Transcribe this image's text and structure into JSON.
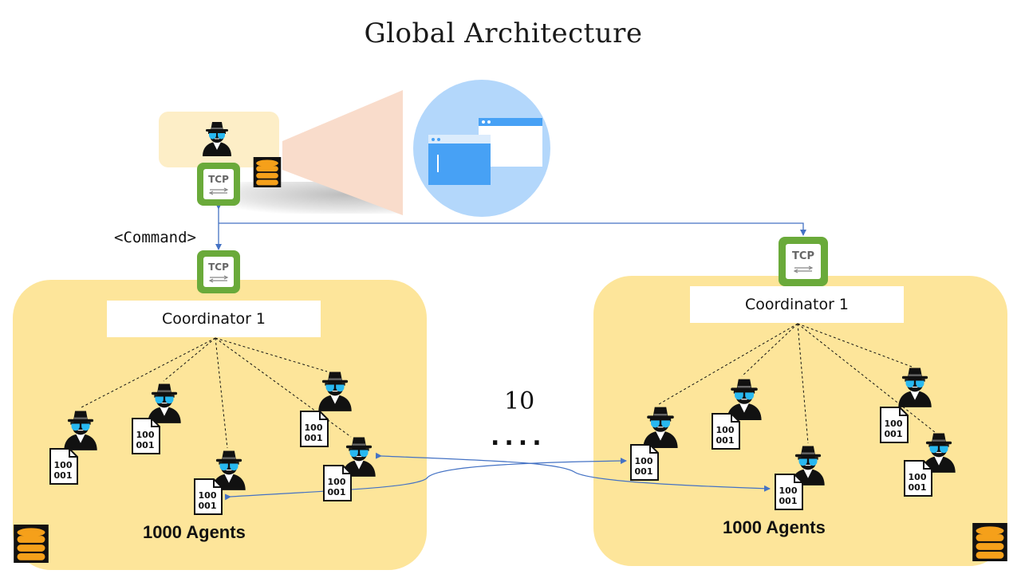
{
  "title": "Global Architecture",
  "command_label": "<Command>",
  "protocol_label": "TCP",
  "cluster_count": "10",
  "ellipsis": "....",
  "clusters": [
    {
      "coordinator": "Coordinator 1",
      "agents_label": "1000 Agents"
    },
    {
      "coordinator": "Coordinator 1",
      "agents_label": "1000 Agents"
    }
  ],
  "document_text": {
    "line1": "100",
    "line2": "001"
  },
  "icons": {
    "agent": "spy-agent-icon",
    "protocol": "tcp-icon",
    "database": "database-icon",
    "document": "binary-document-icon",
    "window": "browser-window-icon"
  },
  "colors": {
    "panel": "#fde59a",
    "tcp_green": "#6aaa3a",
    "arrow_blue": "#4472c4",
    "db_orange": "#f5a01a",
    "window_circle": "#b3d7fb",
    "window_blue": "#47a1f5",
    "beam": "#f9dccb"
  }
}
